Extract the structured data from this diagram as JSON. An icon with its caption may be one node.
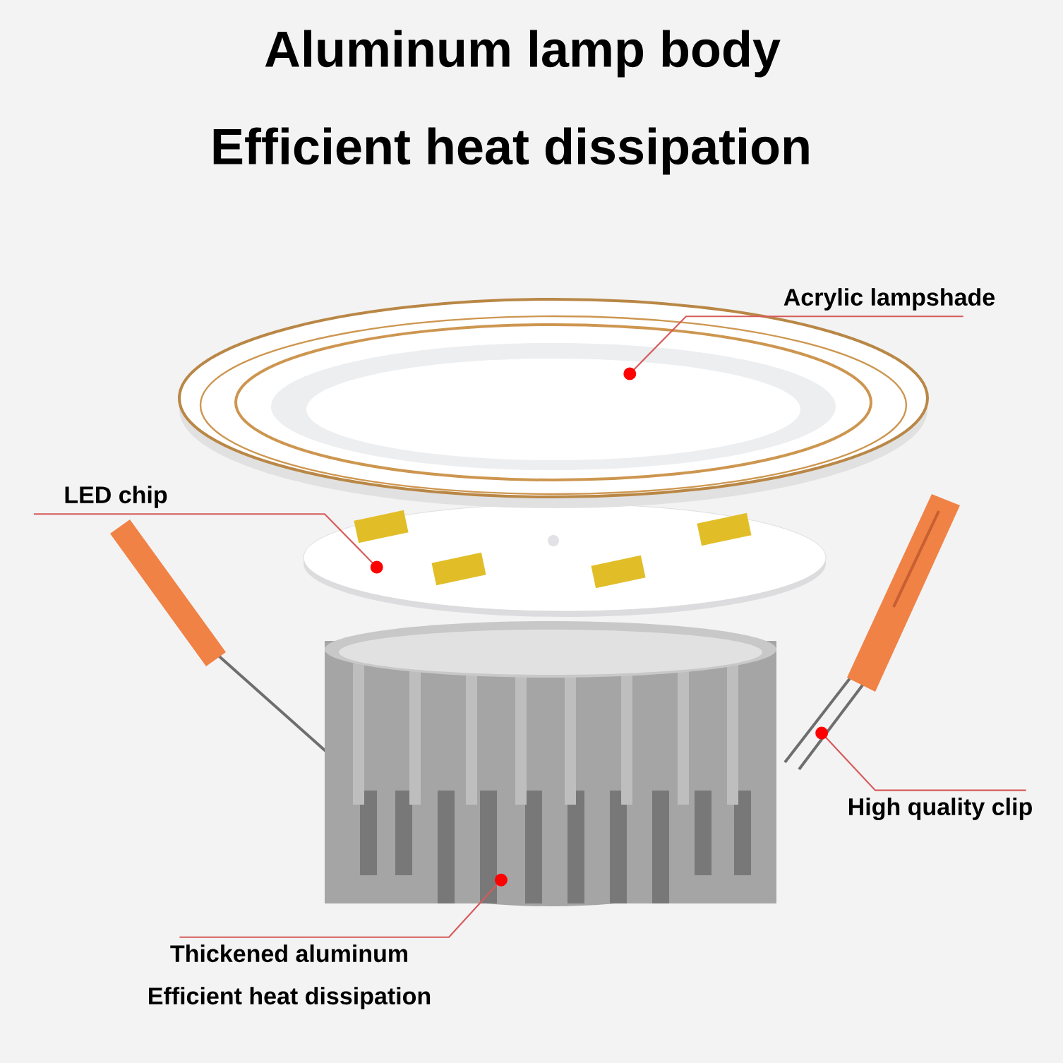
{
  "diagram": {
    "title": "Aluminum lamp body",
    "nodes": [
      {
        "text": [
          "Acrylic lampshade"
        ]
      },
      {
        "text": [],
        "shape": "ellipse"
      },
      {
        "text": [
          "LED chip"
        ]
      },
      {
        "text": [],
        "shape": "ellipse"
      },
      {
        "text": [
          "High quality clip"
        ]
      },
      {
        "text": [],
        "shape": "picture"
      },
      {
        "text": [
          "Thickened aluminum",
          "Efficient heat dissipation"
        ]
      },
      {
        "text": [],
        "shape": "cylinder"
      }
    ],
    "edges": [
      {
        "from": 0,
        "to": 1,
        "arrow": "other"
      },
      {
        "from": 2,
        "to": 3,
        "arrow": "other"
      },
      {
        "from": 4,
        "to": 5,
        "arrow": "other"
      },
      {
        "from": 6,
        "to": 7,
        "arrow": "other"
      }
    ],
    "labels": [
      "Efficient heat dissipation"
    ]
  }
}
